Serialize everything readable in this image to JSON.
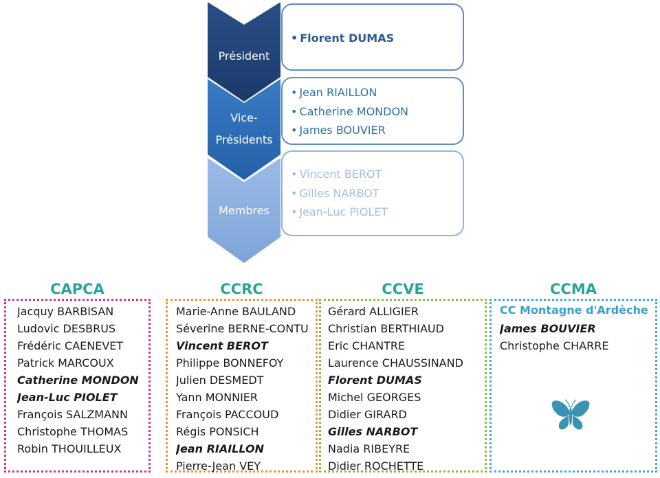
{
  "hierarchy": {
    "president": {
      "label": "Président",
      "names": [
        "Florent DUMAS"
      ]
    },
    "vice_presidents": {
      "label_line1": "Vice-",
      "label_line2": "Présidents",
      "names": [
        "Jean RIAILLON",
        "Catherine MONDON",
        "James BOUVIER"
      ]
    },
    "members": {
      "label": "Membres",
      "names": [
        "Vincent BEROT",
        "Gilles NARBOT",
        "Jean-Luc PIOLET"
      ]
    },
    "colors": {
      "president": "#1e3d6e",
      "vice_presidents": "#2d6db5",
      "members": "#8fb2e0"
    }
  },
  "communities": [
    {
      "id": "capca",
      "title": "CAPCA",
      "border_color": "#d33384",
      "names": [
        "Jacquy BARBISAN",
        "Ludovic DESBRUS",
        "Frédéric CAENEVET",
        "Patrick MARCOUX",
        "Catherine MONDON",
        "Jean-Luc PIOLET",
        "François SALZMANN",
        "Christophe THOMAS",
        "Robin THOUILLEUX"
      ],
      "emphasized": [
        "Catherine MONDON",
        "Jean-Luc PIOLET"
      ]
    },
    {
      "id": "ccrc",
      "title": "CCRC",
      "border_color": "#ef9135",
      "names": [
        "Marie-Anne BAULAND",
        "Séverine BERNE-CONTU",
        "Vincent BEROT",
        "Philippe BONNEFOY",
        "Julien DESMEDT",
        "Yann MONNIER",
        "François PACCOUD",
        "Régis PONSICH",
        "Jean RIAILLON",
        "Pierre-Jean VEY"
      ],
      "emphasized": [
        "Vincent BEROT",
        "Jean RIAILLON"
      ]
    },
    {
      "id": "ccve",
      "title": "CCVE",
      "border_color": "#8bbb3e",
      "names": [
        "Gérard ALLIGIER",
        "Christian BERTHIAUD",
        "Eric CHANTRE",
        "Laurence CHAUSSINAND",
        "Florent DUMAS",
        "Michel GEORGES",
        "Didier GIRARD",
        "Gilles NARBOT",
        "Nadia RIBEYRE",
        "Didier ROCHETTE"
      ],
      "emphasized": [
        "Florent DUMAS",
        "Gilles NARBOT"
      ]
    },
    {
      "id": "ccma",
      "title": "CCMA",
      "subtitle": "CC Montagne d'Ardèche",
      "border_color": "#3fa7d6",
      "names": [
        "James BOUVIER",
        "Christophe CHARRE"
      ],
      "emphasized": [
        "James BOUVIER"
      ]
    }
  ],
  "icons": {
    "ccma_logo": "butterfly-icon",
    "butterfly_color": "#3a93b3"
  }
}
